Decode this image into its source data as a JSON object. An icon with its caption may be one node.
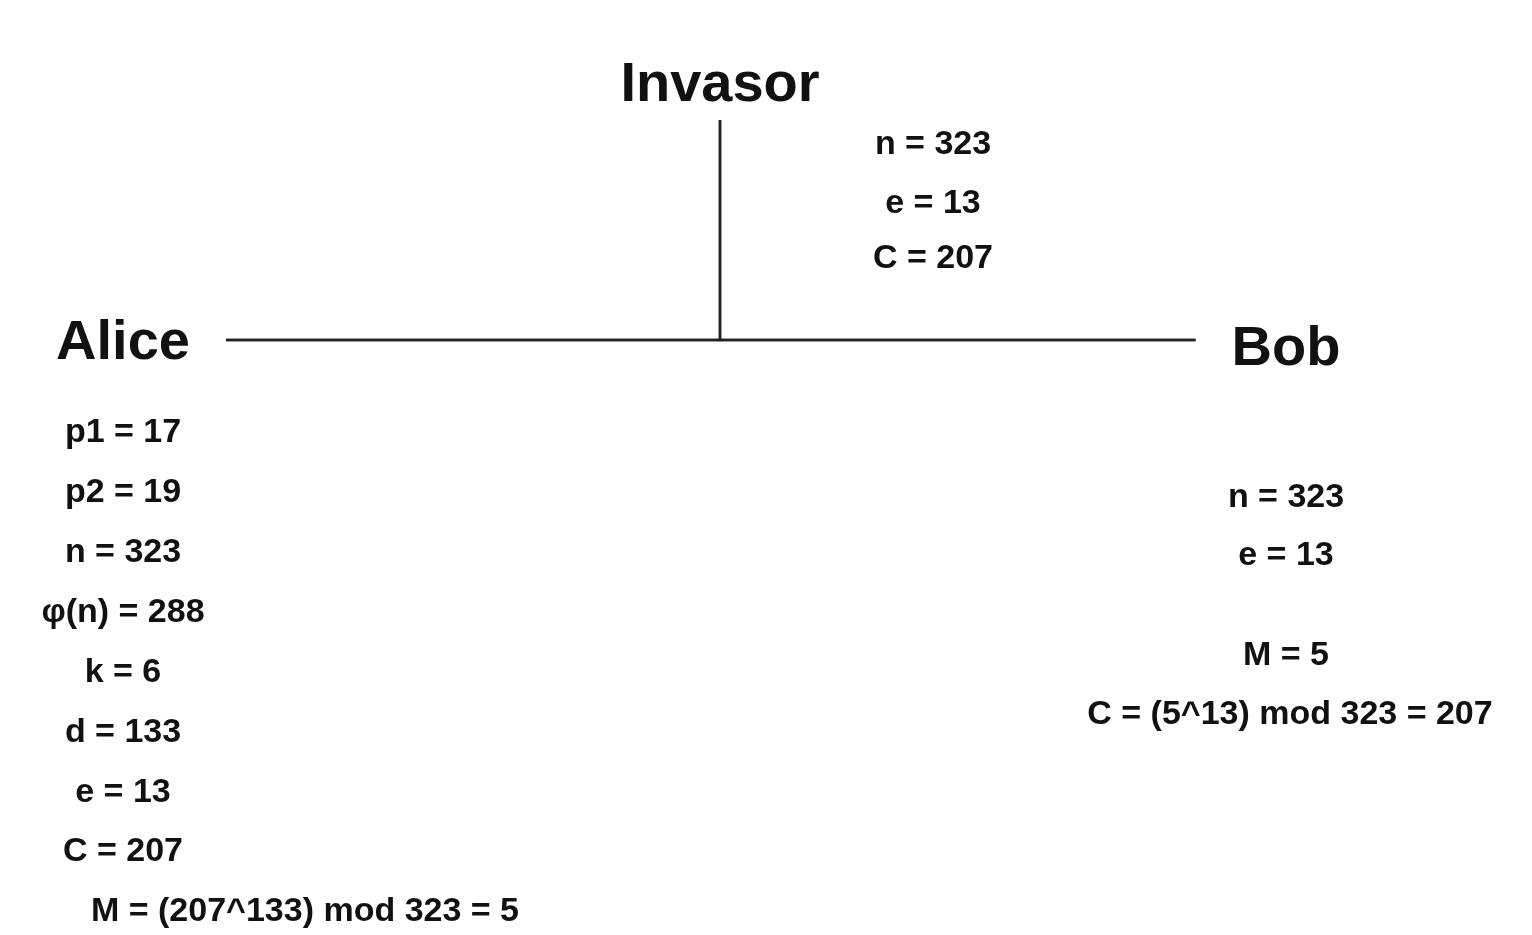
{
  "diagram": {
    "nodes": [
      {
        "text": [
          "Alice"
        ],
        "beside": [
          "p1 = 17",
          "p2 = 19",
          "n = 323",
          "φ(n) = 288",
          "k = 6",
          "d = 133",
          "e = 13",
          "C = 207",
          "M = (207^133) mod 323 = 5"
        ]
      },
      {
        "text": [
          "Bob"
        ],
        "beside": [
          "n = 323",
          "e = 13",
          "M = 5",
          "C = (5^13) mod 323 = 207"
        ]
      },
      {
        "text": [
          "Invasor"
        ],
        "beside": [
          "n = 323",
          "e = 13",
          "C = 207"
        ]
      }
    ],
    "edges": [
      {
        "from": 0,
        "to": 1,
        "arrow": "none"
      },
      {
        "from": 2,
        "to": 0,
        "arrow": "none"
      },
      {
        "from": 2,
        "to": 1,
        "arrow": "none"
      }
    ]
  }
}
